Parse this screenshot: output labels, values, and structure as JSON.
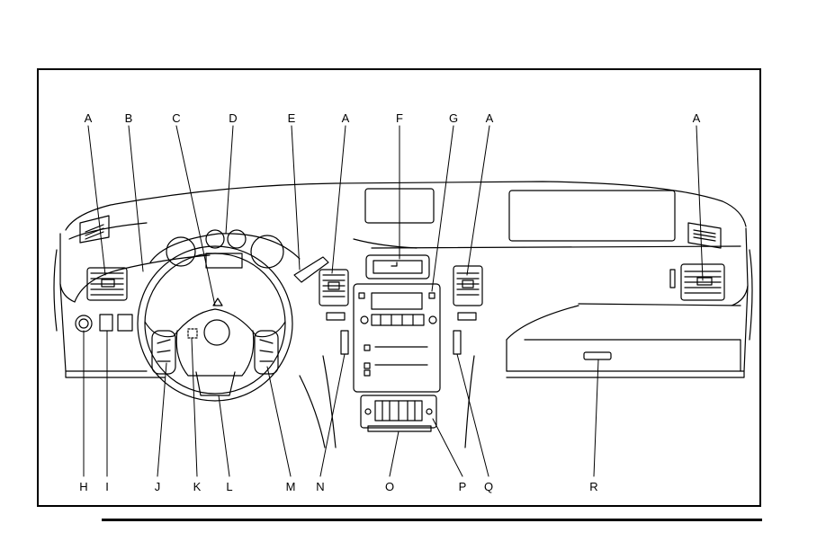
{
  "callouts": {
    "top": [
      {
        "id": "top-a1",
        "letter": "A"
      },
      {
        "id": "top-b",
        "letter": "B"
      },
      {
        "id": "top-c",
        "letter": "C"
      },
      {
        "id": "top-d",
        "letter": "D"
      },
      {
        "id": "top-e",
        "letter": "E"
      },
      {
        "id": "top-a2",
        "letter": "A"
      },
      {
        "id": "top-f",
        "letter": "F"
      },
      {
        "id": "top-g",
        "letter": "G"
      },
      {
        "id": "top-a3",
        "letter": "A"
      },
      {
        "id": "top-a4",
        "letter": "A"
      }
    ],
    "bottom": [
      {
        "id": "bot-h",
        "letter": "H"
      },
      {
        "id": "bot-i",
        "letter": "I"
      },
      {
        "id": "bot-j",
        "letter": "J"
      },
      {
        "id": "bot-k",
        "letter": "K"
      },
      {
        "id": "bot-l",
        "letter": "L"
      },
      {
        "id": "bot-m",
        "letter": "M"
      },
      {
        "id": "bot-n",
        "letter": "N"
      },
      {
        "id": "bot-o",
        "letter": "O"
      },
      {
        "id": "bot-p",
        "letter": "P"
      },
      {
        "id": "bot-q",
        "letter": "Q"
      },
      {
        "id": "bot-r",
        "letter": "R"
      }
    ]
  }
}
